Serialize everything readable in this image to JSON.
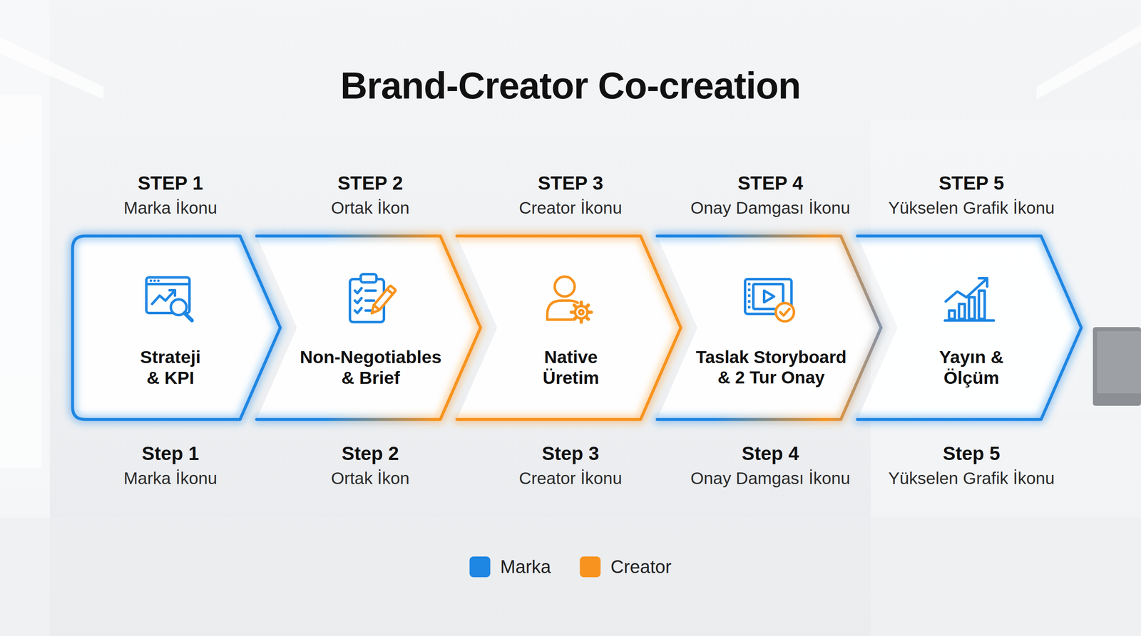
{
  "diagram": {
    "title": "Brand-Creator Co-creation",
    "nodes": [
      {
        "text": [
          "Strateji & KPI"
        ]
      },
      {
        "text": [
          "Non-Negotiables & Brief"
        ]
      },
      {
        "text": [
          "Native Üretim"
        ]
      },
      {
        "text": [
          "Taslak Storyboard & 2 Tur Onay"
        ]
      },
      {
        "text": [
          "Yayın & Ölçüm"
        ]
      }
    ],
    "labels": [
      "STEP 1",
      "Marka İkonu",
      "STEP 2",
      "Ortak İkon",
      "STEP 3",
      "Creator İkonu",
      "STEP 4",
      "Onay Damgası İkonu",
      "STEP 5",
      "Yükselen Grafik İkonu",
      "Step 1",
      "Marka İkonu",
      "Step 2",
      "Ortak İkon",
      "Step 3",
      "Creator İkonu",
      "Step 4",
      "Onay Damgası İkonu",
      "Step 5",
      "Yükselen Grafik İkonu"
    ],
    "legend": [
      {
        "text": "Marka",
        "color": "#1e86e3"
      },
      {
        "text": "Creator",
        "color": "#f7931e"
      }
    ]
  }
}
